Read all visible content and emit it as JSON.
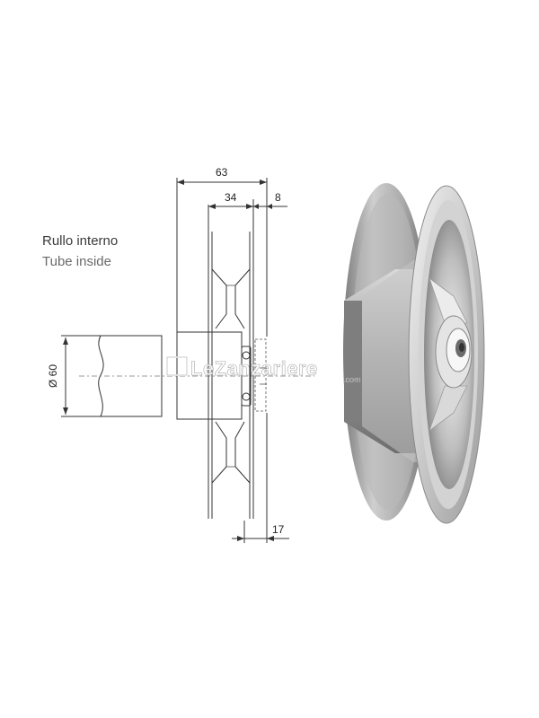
{
  "labels": {
    "italian": "Rullo interno",
    "english": "Tube inside"
  },
  "dimensions": {
    "overall_width": "63",
    "hub_width": "34",
    "flange_gap": "8",
    "axle_offset": "17",
    "tube_diameter": "Ø 60"
  },
  "watermark": {
    "brand": "LeZanzariere",
    "domain": ".com"
  },
  "colors": {
    "line": "#333333",
    "metal_light": "#e8e8e8",
    "metal_dark": "#8c8c8c"
  }
}
